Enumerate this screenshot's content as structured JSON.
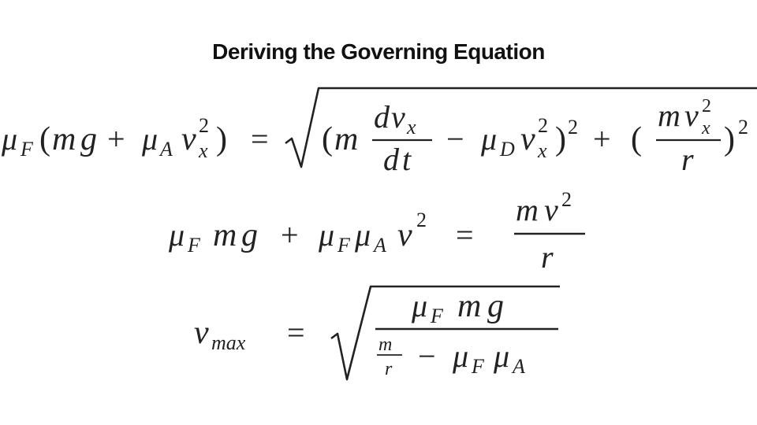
{
  "slide": {
    "title": "Deriving the Governing Equation"
  },
  "symbols": {
    "mu": "μ",
    "F": "F",
    "A": "A",
    "D": "D",
    "m": "m",
    "g": "g",
    "v": "v",
    "x": "x",
    "r": "r",
    "sq": "2",
    "plus": "+",
    "minus": "−",
    "equals": "=",
    "lparen": "(",
    "rparen": ")",
    "d": "d",
    "t": "t",
    "max": "max"
  }
}
